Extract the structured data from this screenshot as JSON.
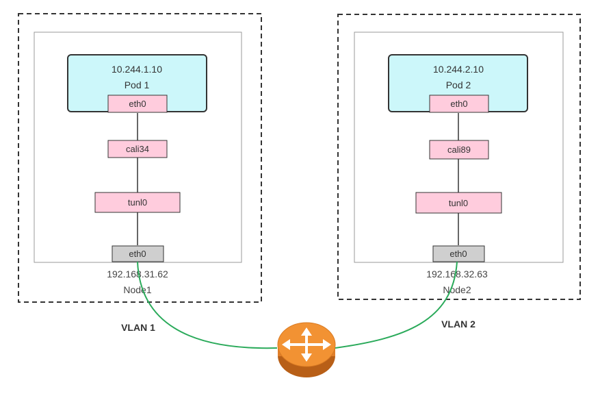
{
  "colors": {
    "pod_fill": "#ccf7fa",
    "iface_fill": "#ffccdd",
    "nic_fill": "#cfcfcf",
    "cable": "#2aaa5a",
    "router": "#f29233",
    "border": "#333333"
  },
  "node1": {
    "pod_ip": "10.244.1.10",
    "pod_name": "Pod 1",
    "pod_iface": "eth0",
    "veth": "cali34",
    "tunnel": "tunl0",
    "nic": "eth0",
    "host_ip": "192.168.31.62",
    "host_name": "Node1",
    "vlan": "VLAN 1"
  },
  "node2": {
    "pod_ip": "10.244.2.10",
    "pod_name": "Pod 2",
    "pod_iface": "eth0",
    "veth": "cali89",
    "tunnel": "tunl0",
    "nic": "eth0",
    "host_ip": "192.168.32.63",
    "host_name": "Node2",
    "vlan": "VLAN 2"
  },
  "router": {
    "icon": "router-icon"
  }
}
